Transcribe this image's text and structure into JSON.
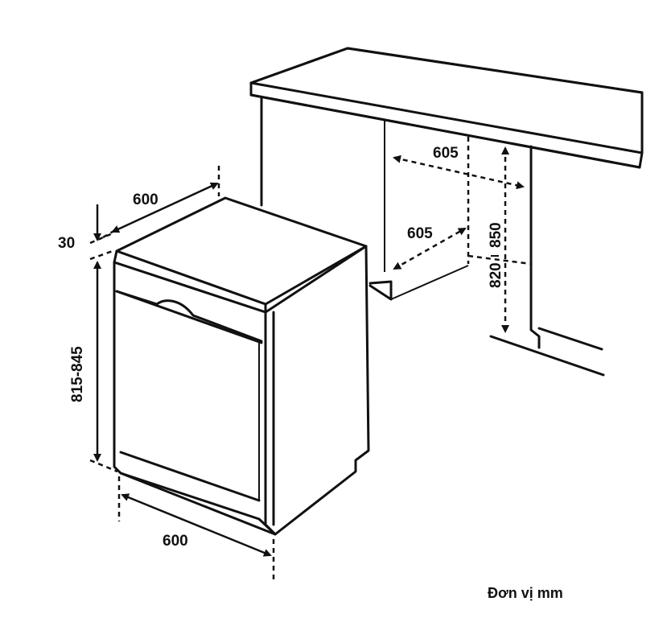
{
  "diagram": {
    "dimensions": {
      "top_depth": "600",
      "top_gap": "30",
      "body_height": "815-845",
      "front_width": "600",
      "niche_width": "605",
      "niche_depth": "605",
      "niche_height_min": "820",
      "niche_height_max": "850"
    },
    "unit_note": "Đơn vị mm"
  }
}
